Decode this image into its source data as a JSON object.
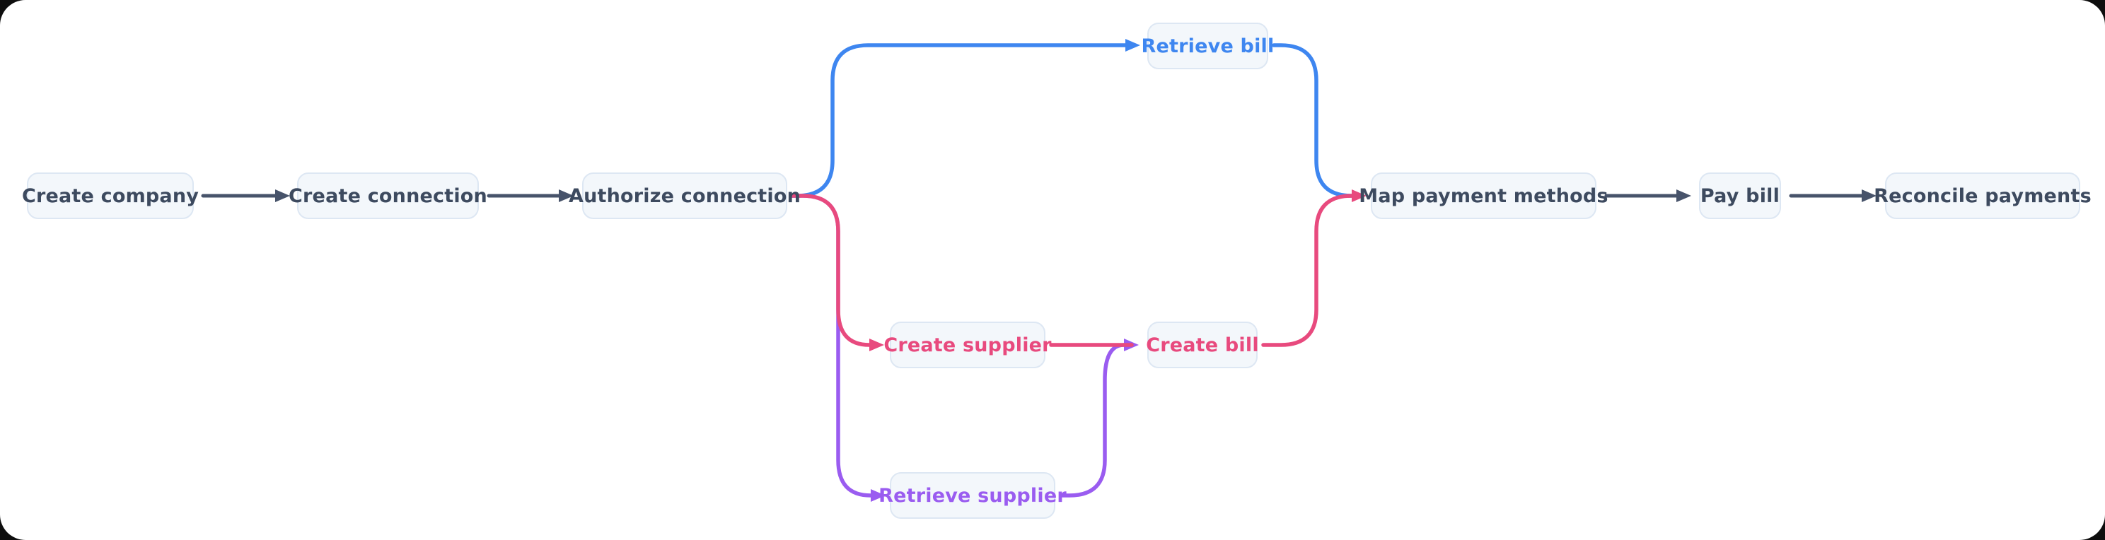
{
  "diagram": {
    "type": "flowchart",
    "nodes": [
      {
        "id": "create-company",
        "label": "Create company",
        "variant": "default"
      },
      {
        "id": "create-connection",
        "label": "Create connection",
        "variant": "default"
      },
      {
        "id": "authorize-connection",
        "label": "Authorize connection",
        "variant": "default"
      },
      {
        "id": "retrieve-bill",
        "label": "Retrieve bill",
        "variant": "blue"
      },
      {
        "id": "create-supplier",
        "label": "Create supplier",
        "variant": "pink"
      },
      {
        "id": "create-bill",
        "label": "Create bill",
        "variant": "pink"
      },
      {
        "id": "retrieve-supplier",
        "label": "Retrieve supplier",
        "variant": "purple"
      },
      {
        "id": "map-payment-methods",
        "label": "Map payment methods",
        "variant": "default"
      },
      {
        "id": "pay-bill",
        "label": "Pay bill",
        "variant": "default"
      },
      {
        "id": "reconcile-payments",
        "label": "Reconcile payments",
        "variant": "default"
      }
    ],
    "edges": [
      {
        "from": "create-company",
        "to": "create-connection",
        "color": "#47536a"
      },
      {
        "from": "create-connection",
        "to": "authorize-connection",
        "color": "#47536a"
      },
      {
        "from": "authorize-connection",
        "to": "retrieve-bill",
        "color": "#3e86f0"
      },
      {
        "from": "authorize-connection",
        "to": "create-supplier",
        "color": "#e84a7e"
      },
      {
        "from": "authorize-connection",
        "to": "retrieve-supplier",
        "color": "#9a5cf0"
      },
      {
        "from": "create-supplier",
        "to": "create-bill",
        "color": "#e84a7e"
      },
      {
        "from": "retrieve-supplier",
        "to": "create-bill",
        "color": "#9a5cf0"
      },
      {
        "from": "retrieve-bill",
        "to": "map-payment-methods",
        "color": "#3e86f0"
      },
      {
        "from": "create-bill",
        "to": "map-payment-methods",
        "color": "#e84a7e"
      },
      {
        "from": "map-payment-methods",
        "to": "pay-bill",
        "color": "#47536a"
      },
      {
        "from": "pay-bill",
        "to": "reconcile-payments",
        "color": "#47536a"
      }
    ],
    "colors": {
      "canvas_background": "#ffffff",
      "node_background": "#f3f7fb",
      "node_border": "#dde7f3",
      "node_text_default": "#3d4a5f",
      "node_text_blue": "#3e86f0",
      "node_text_pink": "#e84a7e",
      "node_text_purple": "#9a5cf0",
      "edge_dark": "#47536a",
      "edge_blue": "#3e86f0",
      "edge_pink": "#e84a7e",
      "edge_purple": "#9a5cf0"
    }
  }
}
